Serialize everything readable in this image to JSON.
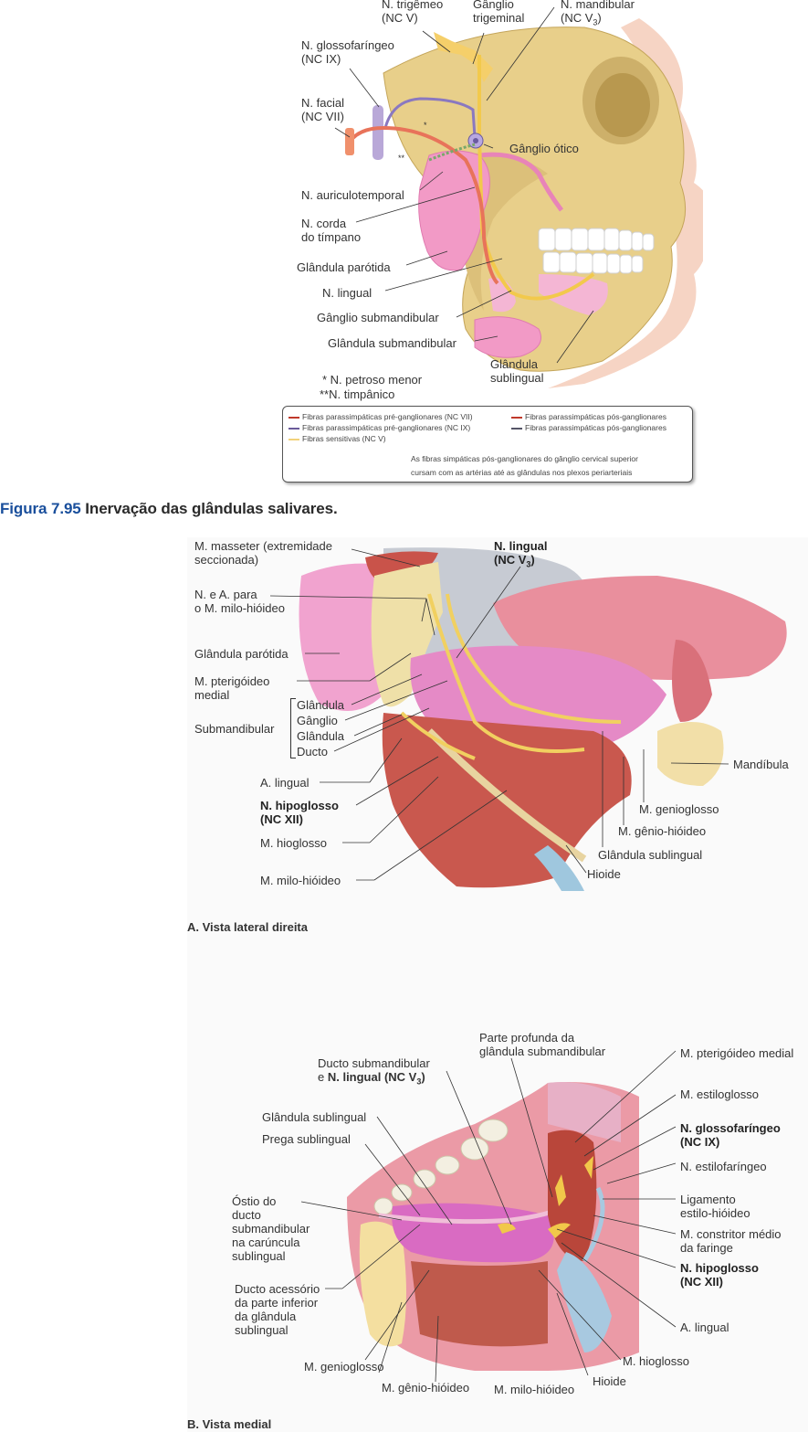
{
  "figure_top": {
    "labels": {
      "trigemeo": [
        "N. trigêmeo",
        "(NC V)"
      ],
      "ganglio_trigeminal": [
        "Gânglio",
        "trigeminal"
      ],
      "mandibular": [
        "N. mandibular",
        "(NC V",
        "3",
        ")"
      ],
      "glossofaringeo": [
        "N. glossofaríngeo",
        "(NC IX)"
      ],
      "facial": [
        "N. facial",
        "(NC VII)"
      ],
      "ganglio_otico": "Gânglio ótico",
      "auriculotemporal": "N. auriculotemporal",
      "corda_timpano": [
        "N. corda",
        "do tímpano"
      ],
      "parotida": "Glândula parótida",
      "lingual": "N. lingual",
      "ganglio_submandibular": "Gânglio submandibular",
      "glandula_submandibular": "Glândula submandibular",
      "glandula_sublingual": [
        "Glândula",
        "sublingual"
      ],
      "star1": "*",
      "star2": "**"
    },
    "footnotes": [
      "* N. petroso menor",
      "**N. timpânico"
    ],
    "legend": {
      "items": [
        {
          "text": "Fibras parassimpáticas pré-ganglionares (NC VII)",
          "color": "#c0392b"
        },
        {
          "text": "Fibras parassimpáticas pós-ganglionares",
          "color": "#c0392b"
        },
        {
          "text": "Fibras parassimpáticas pré-ganglionares (NC IX)",
          "color": "#6a5a9a"
        },
        {
          "text": "Fibras parassimpáticas pós-ganglionares",
          "color": "#555566"
        },
        {
          "text": "Fibras sensitivas (NC V)",
          "color": "#f2d27a"
        }
      ],
      "note": [
        "As fibras simpáticas pós-ganglionares do gânglio cervical superior",
        "cursam com as artérias até as glândulas nos plexos periarteriais"
      ]
    }
  },
  "caption": {
    "number": "Figura 7.95",
    "text": " Inervação das glândulas salivares."
  },
  "figure_a": {
    "title": "A. Vista lateral direita",
    "labels": {
      "masseter": [
        "M. masseter (extremidade",
        "seccionada)"
      ],
      "lingual": [
        "N. lingual",
        "(NC V",
        "3",
        ")"
      ],
      "n_a_milo": [
        "N. e A. para",
        "o M. milo-hióideo"
      ],
      "parotida": "Glândula parótida",
      "pterigoideo": [
        "M. pterigóideo",
        "medial"
      ],
      "submandibular_group": "Submandibular",
      "sub_items": [
        "Glândula",
        "Gânglio",
        "Glândula",
        "Ducto"
      ],
      "a_lingual": "A. lingual",
      "hipoglosso": [
        "N. hipoglosso",
        "(NC XII)"
      ],
      "hioglosso": "M. hioglosso",
      "milo_hioideo": "M. milo-hióideo",
      "mandibula": "Mandíbula",
      "genioglosso": "M. genioglosso",
      "genio_hioideo": "M. gênio-hióideo",
      "glandula_sublingual": "Glândula sublingual",
      "hioide": "Hioide"
    }
  },
  "figure_b": {
    "title": "B. Vista medial",
    "labels": {
      "parte_profunda": [
        "Parte profunda da",
        "glândula submandibular"
      ],
      "pterigoideo_medial": "M. pterigóideo medial",
      "ducto_submandibular": [
        "Ducto submandibular",
        "e ",
        "N. lingual (NC V",
        "3",
        ")"
      ],
      "estiloglosso": "M. estiloglosso",
      "glandula_sublingual": "Glândula sublingual",
      "glossofaringeo": [
        "N. glossofaríngeo",
        "(NC IX)"
      ],
      "prega_sublingual": "Prega sublingual",
      "estilofaringeo": "N. estilofaríngeo",
      "ostio": [
        "Óstio do",
        "ducto",
        "submandibular",
        "na carúncula",
        "sublingual"
      ],
      "ligamento": [
        "Ligamento",
        "estilo-hióideo"
      ],
      "constritor": [
        "M. constritor médio",
        "da faringe"
      ],
      "hipoglosso": [
        "N. hipoglosso",
        "(NC XII)"
      ],
      "ducto_acessorio": [
        "Ducto acessório",
        "da parte inferior",
        "da glândula",
        "sublingual"
      ],
      "a_lingual": "A. lingual",
      "hioglosso": "M. hioglosso",
      "genioglosso": "M. genioglosso",
      "genio_hioideo": "M. gênio-hióideo",
      "milo_hioideo": "M. milo-hióideo",
      "hioide": "Hioide"
    }
  }
}
